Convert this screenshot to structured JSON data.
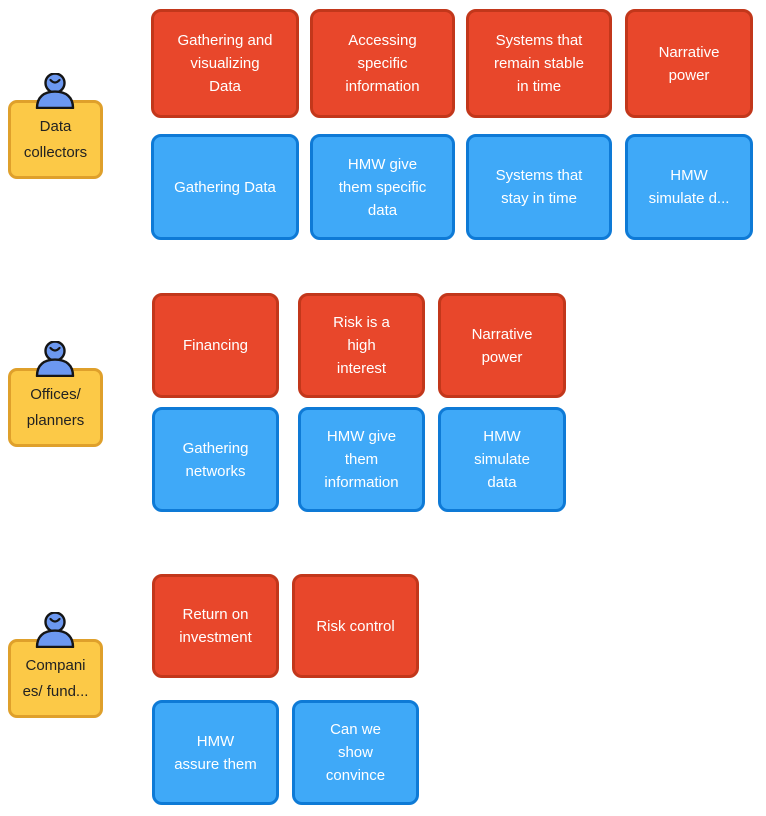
{
  "board": {
    "background": "#FFFFFF",
    "colors": {
      "need_fill": "#E8472B",
      "need_border": "#C2371B",
      "hmw_fill": "#3FA9F8",
      "hmw_border": "#0E7AD6",
      "persona_fill": "#FCC947",
      "persona_border": "#DFA02B",
      "person_icon_blue": "#6C98F0",
      "person_icon_outline": "#151515",
      "card_text": "#FFFFFF",
      "persona_text": "#222222",
      "background": "#FFFFFF"
    },
    "groups": [
      {
        "icon": "person-bust-icon",
        "persona": "Data\ncollectors",
        "needs": [
          "Gathering and\nvisualizing\nData",
          "Accessing\nspecific\ninformation",
          "Systems that\nremain stable\nin time",
          "Narrative\npower"
        ],
        "hmws": [
          "Gathering Data",
          "HMW give\nthem specific\ndata",
          "Systems that\nstay in time",
          "HMW\nsimulate d..."
        ]
      },
      {
        "icon": "person-bust-icon",
        "persona": "Offices/\nplanners",
        "needs": [
          "Financing",
          "Risk is a\nhigh\ninterest",
          "Narrative\npower"
        ],
        "hmws": [
          "Gathering\nnetworks",
          "HMW give\nthem\ninformation",
          "HMW\nsimulate\ndata"
        ]
      },
      {
        "icon": "person-bust-icon",
        "persona": "Compani\nes/ fund...",
        "needs": [
          "Return on\ninvestment",
          "Risk control"
        ],
        "hmws": [
          "HMW\nassure them",
          "Can we\nshow\nconvince"
        ]
      }
    ]
  }
}
